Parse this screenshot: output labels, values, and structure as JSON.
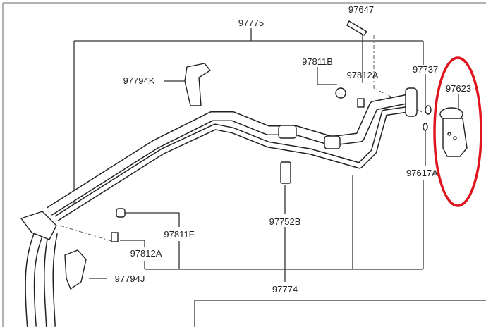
{
  "diagram": {
    "labels": {
      "p97775": "97775",
      "p97647": "97647",
      "p97811B": "97811B",
      "p97812A_top": "97812A",
      "p97737": "97737",
      "p97623": "97623",
      "p97794K": "97794K",
      "p97617A": "97617A",
      "p97811F": "97811F",
      "p97752B": "97752B",
      "p97812A_bottom": "97812A",
      "p97794J": "97794J",
      "p97774": "97774"
    },
    "highlight_color": "#e0141e"
  }
}
